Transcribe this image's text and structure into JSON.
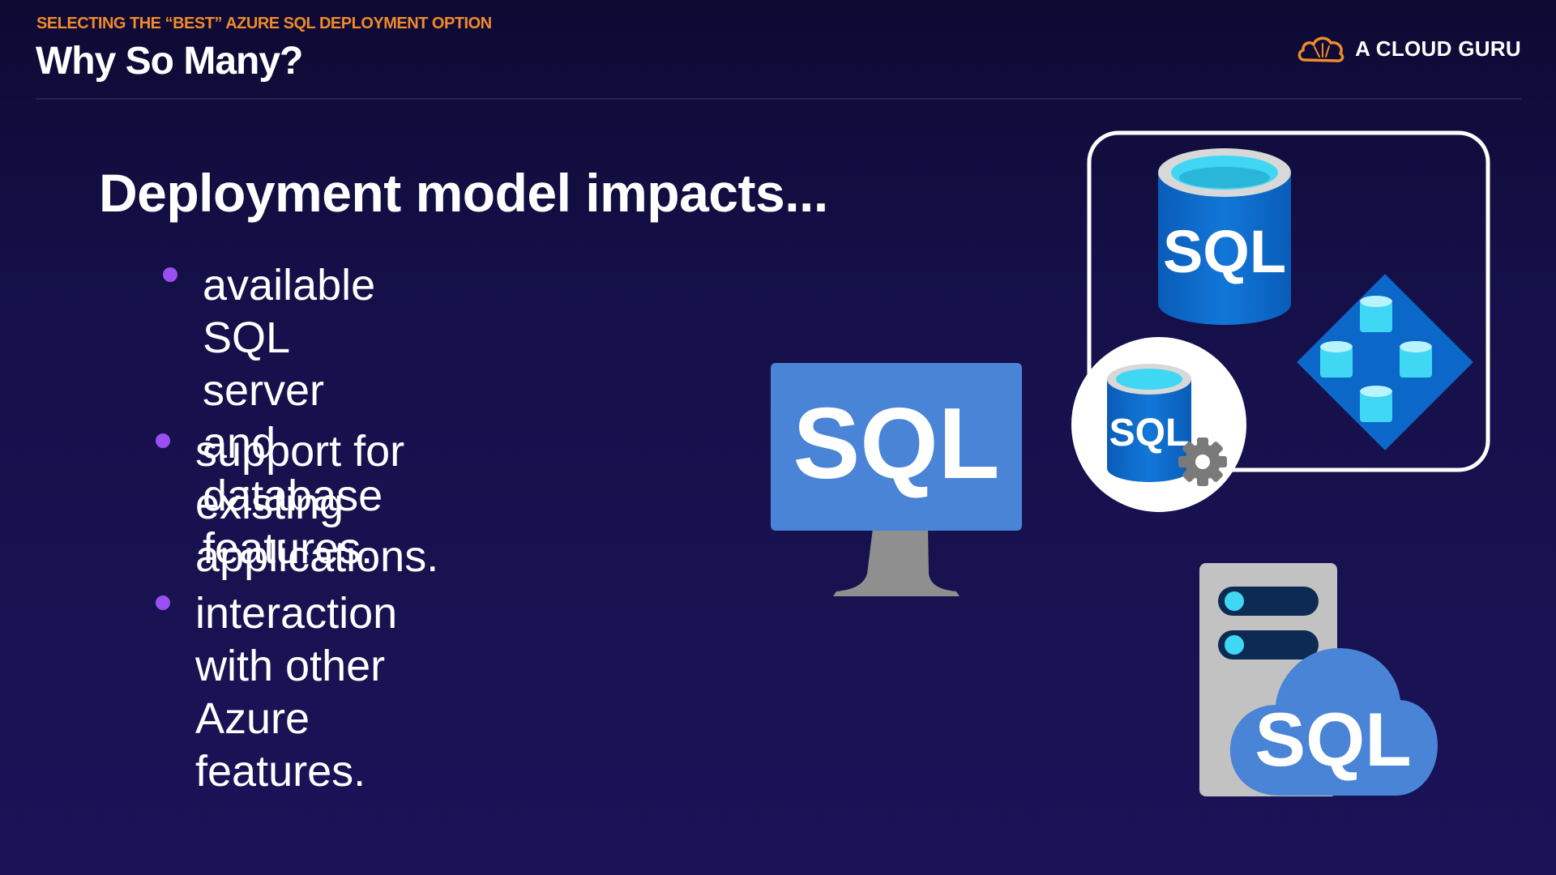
{
  "header": {
    "kicker": "SELECTING THE “BEST” AZURE SQL DEPLOYMENT OPTION",
    "title": "Why So Many?",
    "brand": "A CLOUD GURU",
    "brand_icon": "cloud-logo-icon"
  },
  "main": {
    "headline": "Deployment model impacts...",
    "bullets": [
      {
        "text": "available SQL server and\ndatabase features."
      },
      {
        "text": "support for existing\napplications."
      },
      {
        "text": "interaction with other\nAzure features."
      }
    ]
  },
  "icons": {
    "database": {
      "label": "SQL",
      "icon": "sql-database-icon"
    },
    "elastic_pool": {
      "icon": "elastic-pool-icon"
    },
    "database_settings": {
      "label": "SQL",
      "icon": "sql-database-gear-icon"
    },
    "virtual_machine": {
      "label": "SQL",
      "icon": "sql-virtual-machine-icon"
    },
    "managed_instance": {
      "label": "SQL",
      "icon": "sql-server-cloud-icon"
    }
  },
  "colors": {
    "accent": "#f08a2b",
    "bullet": "#9a4ff0",
    "sql_blue": "#0b68c9",
    "monitor_blue": "#4a84d6",
    "cyan": "#3fd7f4",
    "background": "#15104a"
  }
}
